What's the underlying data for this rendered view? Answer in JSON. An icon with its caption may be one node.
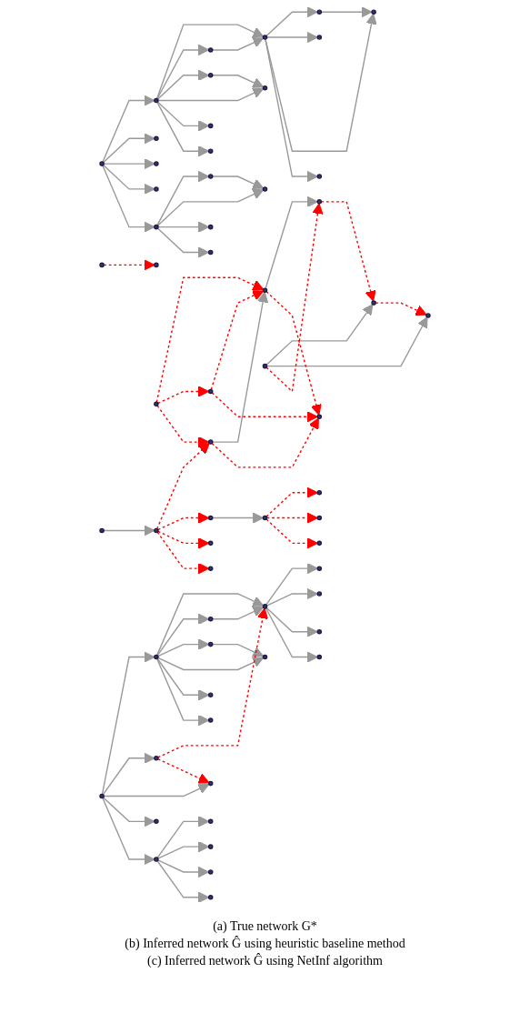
{
  "diagram": {
    "nodes": [
      {
        "text": [],
        "shape": "circle"
      },
      {
        "text": [],
        "shape": "circle"
      },
      {
        "text": [],
        "shape": "circle"
      },
      {
        "text": [],
        "shape": "circle"
      },
      {
        "text": [],
        "shape": "circle"
      },
      {
        "text": [],
        "shape": "circle"
      },
      {
        "text": [],
        "shape": "circle"
      },
      {
        "text": [],
        "shape": "circle"
      },
      {
        "text": [],
        "shape": "circle"
      },
      {
        "text": [],
        "shape": "circle"
      },
      {
        "text": [],
        "shape": "circle"
      },
      {
        "text": [],
        "shape": "circle"
      },
      {
        "text": [],
        "shape": "circle"
      },
      {
        "text": [],
        "shape": "circle"
      },
      {
        "text": [],
        "shape": "circle"
      },
      {
        "text": [],
        "shape": "circle"
      },
      {
        "text": [],
        "shape": "circle"
      },
      {
        "text": [],
        "shape": "circle"
      },
      {
        "text": [],
        "shape": "circle"
      },
      {
        "text": [],
        "shape": "circle"
      },
      {
        "text": [],
        "shape": "circle"
      },
      {
        "text": [],
        "shape": "circle"
      },
      {
        "text": [],
        "shape": "circle"
      },
      {
        "text": [],
        "shape": "circle"
      },
      {
        "text": [],
        "shape": "circle"
      },
      {
        "text": [],
        "shape": "circle"
      },
      {
        "text": [],
        "shape": "circle"
      },
      {
        "text": [],
        "shape": "circle"
      },
      {
        "text": [],
        "shape": "circle"
      },
      {
        "text": [],
        "shape": "circle"
      },
      {
        "text": [],
        "shape": "circle"
      },
      {
        "text": [],
        "shape": "circle"
      },
      {
        "text": [],
        "shape": "circle"
      },
      {
        "text": [],
        "shape": "circle"
      },
      {
        "text": [],
        "shape": "circle"
      },
      {
        "text": [],
        "shape": "circle"
      },
      {
        "text": [],
        "shape": "circle"
      },
      {
        "text": [],
        "shape": "circle"
      },
      {
        "text": [],
        "shape": "circle"
      },
      {
        "text": [],
        "shape": "circle"
      },
      {
        "text": [],
        "shape": "circle"
      },
      {
        "text": [],
        "shape": "circle"
      },
      {
        "text": [],
        "shape": "circle"
      },
      {
        "text": [],
        "shape": "circle"
      },
      {
        "text": [],
        "shape": "circle"
      },
      {
        "text": [],
        "shape": "circle"
      },
      {
        "text": [],
        "shape": "circle"
      },
      {
        "text": [],
        "shape": "circle"
      },
      {
        "text": [],
        "shape": "circle"
      },
      {
        "text": [],
        "shape": "circle"
      },
      {
        "text": [],
        "shape": "circle"
      },
      {
        "text": [],
        "shape": "circle"
      },
      {
        "text": [],
        "shape": "circle"
      },
      {
        "text": [],
        "shape": "circle"
      },
      {
        "text": [],
        "shape": "circle"
      },
      {
        "text": [],
        "shape": "circle"
      },
      {
        "text": [],
        "shape": "circle"
      },
      {
        "text": [],
        "shape": "circle"
      },
      {
        "text": [],
        "shape": "circle"
      },
      {
        "text": [],
        "shape": "circle"
      }
    ],
    "edges": [
      {
        "from": 7,
        "to": 3,
        "arrow": "to"
      },
      {
        "from": 7,
        "to": 1,
        "arrow": "to"
      },
      {
        "from": 7,
        "to": 6,
        "arrow": "to"
      },
      {
        "from": 3,
        "to": 6,
        "arrow": "to"
      },
      {
        "from": 7,
        "to": 11,
        "arrow": "to"
      },
      {
        "from": 12,
        "to": 7,
        "arrow": "to"
      },
      {
        "from": 10,
        "to": 7,
        "arrow": "to"
      },
      {
        "from": 10,
        "to": 12,
        "arrow": "to"
      },
      {
        "from": 10,
        "to": 2,
        "arrow": "to"
      },
      {
        "from": 2,
        "to": 0,
        "arrow": "to"
      },
      {
        "from": 10,
        "to": 0,
        "arrow": "to"
      },
      {
        "from": 10,
        "to": 4,
        "arrow": "to"
      },
      {
        "from": 10,
        "to": 13,
        "arrow": "to"
      },
      {
        "from": 9,
        "to": 10,
        "arrow": "to"
      },
      {
        "from": 9,
        "to": 5,
        "arrow": "to"
      },
      {
        "from": 9,
        "to": 8,
        "arrow": "to"
      },
      {
        "from": 9,
        "to": 14,
        "arrow": "to"
      },
      {
        "from": 9,
        "to": 15,
        "arrow": "to"
      },
      {
        "from": 15,
        "to": 16,
        "arrow": "to"
      },
      {
        "from": 15,
        "to": 18,
        "arrow": "to"
      },
      {
        "from": 15,
        "to": 19,
        "arrow": "to"
      },
      {
        "from": 15,
        "to": 17,
        "arrow": "to"
      },
      {
        "from": 16,
        "to": 18,
        "arrow": "to"
      },
      {
        "from": 27,
        "to": 23,
        "arrow": "to"
      },
      {
        "from": 27,
        "to": 31,
        "arrow": "to"
      },
      {
        "from": 22,
        "to": 20,
        "arrow": "to"
      },
      {
        "from": 30,
        "to": 22,
        "arrow": "to"
      },
      {
        "from": 29,
        "to": 25,
        "arrow": "to"
      },
      {
        "from": 35,
        "to": 37,
        "arrow": "to"
      },
      {
        "from": 20,
        "to": 23,
        "arrow": "to",
        "style": "dashed",
        "color": "#ff0000"
      },
      {
        "from": 26,
        "to": 21,
        "arrow": "to",
        "style": "dashed",
        "color": "#ff0000"
      },
      {
        "from": 23,
        "to": 31,
        "arrow": "to",
        "style": "dashed",
        "color": "#ff0000"
      },
      {
        "from": 27,
        "to": 20,
        "arrow": "to",
        "style": "dashed",
        "color": "#ff0000"
      },
      {
        "from": 24,
        "to": 22,
        "arrow": "to",
        "style": "dashed",
        "color": "#ff0000"
      },
      {
        "from": 32,
        "to": 22,
        "arrow": "to",
        "style": "dashed",
        "color": "#ff0000"
      },
      {
        "from": 22,
        "to": 33,
        "arrow": "to",
        "style": "dashed",
        "color": "#ff0000"
      },
      {
        "from": 24,
        "to": 32,
        "arrow": "to",
        "style": "dashed",
        "color": "#ff0000"
      },
      {
        "from": 24,
        "to": 30,
        "arrow": "to",
        "style": "dashed",
        "color": "#ff0000"
      },
      {
        "from": 25,
        "to": 30,
        "arrow": "to",
        "style": "dashed",
        "color": "#ff0000"
      },
      {
        "from": 30,
        "to": 33,
        "arrow": "to",
        "style": "dashed",
        "color": "#ff0000"
      },
      {
        "from": 32,
        "to": 33,
        "arrow": "to",
        "style": "dashed",
        "color": "#ff0000"
      },
      {
        "from": 25,
        "to": 35,
        "arrow": "to",
        "style": "dashed",
        "color": "#ff0000"
      },
      {
        "from": 25,
        "to": 28,
        "arrow": "to",
        "style": "dashed",
        "color": "#ff0000"
      },
      {
        "from": 25,
        "to": 34,
        "arrow": "to",
        "style": "dashed",
        "color": "#ff0000"
      },
      {
        "from": 37,
        "to": 36,
        "arrow": "to",
        "style": "dashed",
        "color": "#ff0000"
      },
      {
        "from": 37,
        "to": 38,
        "arrow": "to",
        "style": "dashed",
        "color": "#ff0000"
      },
      {
        "from": 37,
        "to": 39,
        "arrow": "to",
        "style": "dashed",
        "color": "#ff0000"
      },
      {
        "from": 47,
        "to": 43,
        "arrow": "to"
      },
      {
        "from": 47,
        "to": 41,
        "arrow": "to"
      },
      {
        "from": 47,
        "to": 46,
        "arrow": "to"
      },
      {
        "from": 47,
        "to": 51,
        "arrow": "to"
      },
      {
        "from": 52,
        "to": 47,
        "arrow": "to"
      },
      {
        "from": 50,
        "to": 47,
        "arrow": "to"
      },
      {
        "from": 50,
        "to": 52,
        "arrow": "to"
      },
      {
        "from": 50,
        "to": 42,
        "arrow": "to"
      },
      {
        "from": 42,
        "to": 40,
        "arrow": "to"
      },
      {
        "from": 50,
        "to": 40,
        "arrow": "to"
      },
      {
        "from": 50,
        "to": 44,
        "arrow": "to"
      },
      {
        "from": 50,
        "to": 53,
        "arrow": "to"
      },
      {
        "from": 49,
        "to": 50,
        "arrow": "to"
      },
      {
        "from": 49,
        "to": 45,
        "arrow": "to"
      },
      {
        "from": 49,
        "to": 48,
        "arrow": "to"
      },
      {
        "from": 49,
        "to": 54,
        "arrow": "to"
      },
      {
        "from": 49,
        "to": 55,
        "arrow": "to"
      },
      {
        "from": 55,
        "to": 56,
        "arrow": "to"
      },
      {
        "from": 55,
        "to": 58,
        "arrow": "to"
      },
      {
        "from": 55,
        "to": 59,
        "arrow": "to"
      },
      {
        "from": 55,
        "to": 57,
        "arrow": "to"
      },
      {
        "from": 45,
        "to": 47,
        "arrow": "to",
        "style": "dashed",
        "color": "#ff0000"
      },
      {
        "from": 45,
        "to": 48,
        "arrow": "to",
        "style": "dashed",
        "color": "#ff0000"
      }
    ],
    "labels": [
      "(a) True network G*",
      "(b) Inferred network Ĝ using heuristic baseline method",
      "(c) Inferred network Ĝ using NetInf algorithm"
    ]
  }
}
